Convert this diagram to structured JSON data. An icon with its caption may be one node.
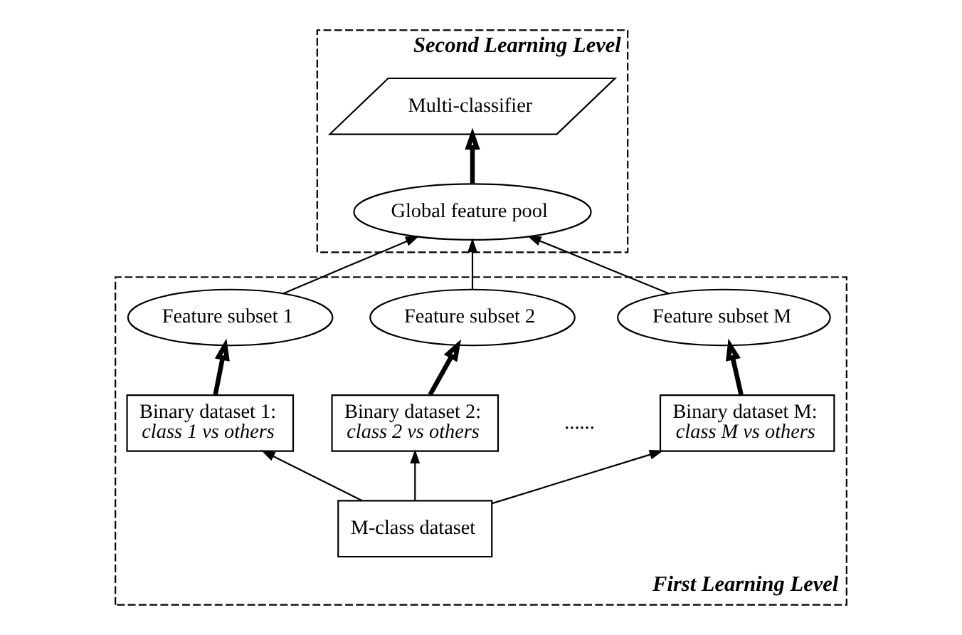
{
  "diagram": {
    "nodes": [
      {
        "text": [
          "Second Learning Level"
        ]
      },
      {
        "text": [
          "Multi-classifier"
        ],
        "in": 0
      },
      {
        "text": [
          "Global feature pool"
        ],
        "in": 0
      },
      {
        "text": [
          "First Learning Level"
        ]
      },
      {
        "text": [
          "Feature subset 1"
        ],
        "in": 3
      },
      {
        "text": [
          "Feature subset 2"
        ],
        "in": 3
      },
      {
        "text": [
          "Feature subset M"
        ],
        "in": 3
      },
      {
        "text": [
          "Binary dataset 1:",
          "class 1 vs others"
        ],
        "in": 3
      },
      {
        "text": [
          "Binary dataset 2:",
          "class 2 vs others"
        ],
        "in": 3
      },
      {
        "text": [
          "Binary dataset M:",
          "class M vs others"
        ],
        "in": 3
      },
      {
        "text": [
          "M-class dataset"
        ],
        "in": 3
      }
    ],
    "edges": [
      {
        "from": 2,
        "to": 1,
        "arrow": "to",
        "style": "thick"
      },
      {
        "from": 4,
        "to": 2,
        "arrow": "to"
      },
      {
        "from": 5,
        "to": 2,
        "arrow": "to"
      },
      {
        "from": 6,
        "to": 2,
        "arrow": "to"
      },
      {
        "from": 7,
        "to": 4,
        "arrow": "to",
        "style": "thick"
      },
      {
        "from": 8,
        "to": 5,
        "arrow": "to",
        "style": "thick"
      },
      {
        "from": 9,
        "to": 6,
        "arrow": "to",
        "style": "thick"
      },
      {
        "from": 10,
        "to": 7,
        "arrow": "to"
      },
      {
        "from": 10,
        "to": 8,
        "arrow": "to"
      },
      {
        "from": 10,
        "to": 9,
        "arrow": "to"
      }
    ],
    "labels": [
      "......"
    ]
  }
}
